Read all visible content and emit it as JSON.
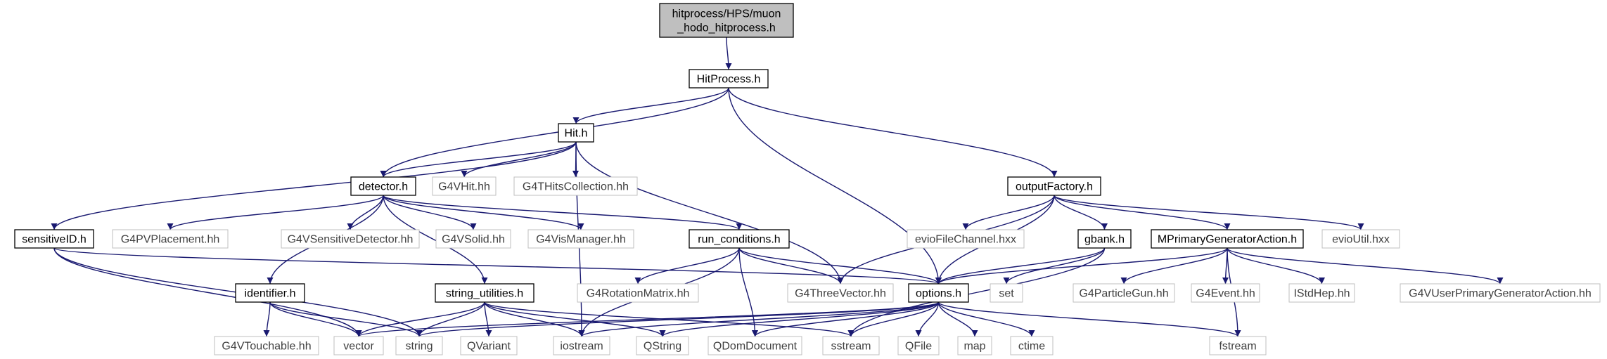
{
  "colors": {
    "edge": "#191970",
    "root_fill": "#bfbfbf",
    "node_border": "#000000",
    "ext_border": "#bfbfbf",
    "ext_text": "#404040",
    "text": "#000000"
  },
  "nodes": [
    {
      "id": "root",
      "lines": [
        "hitprocess/HPS/muon",
        "_hodo_hitprocess.h"
      ],
      "kind": "root"
    },
    {
      "id": "hitprocess",
      "lines": [
        "HitProcess.h"
      ],
      "kind": "doc"
    },
    {
      "id": "hit",
      "lines": [
        "Hit.h"
      ],
      "kind": "doc"
    },
    {
      "id": "detector",
      "lines": [
        "detector.h"
      ],
      "kind": "doc"
    },
    {
      "id": "g4vhit",
      "lines": [
        "G4VHit.hh"
      ],
      "kind": "ext"
    },
    {
      "id": "g4thits",
      "lines": [
        "G4THitsCollection.hh"
      ],
      "kind": "ext"
    },
    {
      "id": "outputfactory",
      "lines": [
        "outputFactory.h"
      ],
      "kind": "doc"
    },
    {
      "id": "sensitiveid",
      "lines": [
        "sensitiveID.h"
      ],
      "kind": "doc"
    },
    {
      "id": "g4pvplacement",
      "lines": [
        "G4PVPlacement.hh"
      ],
      "kind": "ext"
    },
    {
      "id": "g4vsensitive",
      "lines": [
        "G4VSensitiveDetector.hh"
      ],
      "kind": "ext"
    },
    {
      "id": "g4vsolid",
      "lines": [
        "G4VSolid.hh"
      ],
      "kind": "ext"
    },
    {
      "id": "g4vismanager",
      "lines": [
        "G4VisManager.hh"
      ],
      "kind": "ext"
    },
    {
      "id": "runconditions",
      "lines": [
        "run_conditions.h"
      ],
      "kind": "doc"
    },
    {
      "id": "eviofilechannel",
      "lines": [
        "evioFileChannel.hxx"
      ],
      "kind": "ext"
    },
    {
      "id": "gbank",
      "lines": [
        "gbank.h"
      ],
      "kind": "doc"
    },
    {
      "id": "mprimary",
      "lines": [
        "MPrimaryGeneratorAction.h"
      ],
      "kind": "doc"
    },
    {
      "id": "evioutil",
      "lines": [
        "evioUtil.hxx"
      ],
      "kind": "ext"
    },
    {
      "id": "identifier",
      "lines": [
        "identifier.h"
      ],
      "kind": "doc"
    },
    {
      "id": "stringutilities",
      "lines": [
        "string_utilities.h"
      ],
      "kind": "doc"
    },
    {
      "id": "g4rotation",
      "lines": [
        "G4RotationMatrix.hh"
      ],
      "kind": "ext"
    },
    {
      "id": "g4threevector",
      "lines": [
        "G4ThreeVector.hh"
      ],
      "kind": "ext"
    },
    {
      "id": "options",
      "lines": [
        "options.h"
      ],
      "kind": "doc"
    },
    {
      "id": "set",
      "lines": [
        "set"
      ],
      "kind": "ext"
    },
    {
      "id": "g4particlegun",
      "lines": [
        "G4ParticleGun.hh"
      ],
      "kind": "ext"
    },
    {
      "id": "g4event",
      "lines": [
        "G4Event.hh"
      ],
      "kind": "ext"
    },
    {
      "id": "istdhep",
      "lines": [
        "IStdHep.hh"
      ],
      "kind": "ext"
    },
    {
      "id": "g4vuserprimary",
      "lines": [
        "G4VUserPrimaryGeneratorAction.hh"
      ],
      "kind": "ext"
    },
    {
      "id": "g4vtouchable",
      "lines": [
        "G4VTouchable.hh"
      ],
      "kind": "ext"
    },
    {
      "id": "vector",
      "lines": [
        "vector"
      ],
      "kind": "ext"
    },
    {
      "id": "string",
      "lines": [
        "string"
      ],
      "kind": "ext"
    },
    {
      "id": "qvariant",
      "lines": [
        "QVariant"
      ],
      "kind": "ext"
    },
    {
      "id": "iostream",
      "lines": [
        "iostream"
      ],
      "kind": "ext"
    },
    {
      "id": "qstring",
      "lines": [
        "QString"
      ],
      "kind": "ext"
    },
    {
      "id": "qdomdocument",
      "lines": [
        "QDomDocument"
      ],
      "kind": "ext"
    },
    {
      "id": "sstream",
      "lines": [
        "sstream"
      ],
      "kind": "ext"
    },
    {
      "id": "qfile",
      "lines": [
        "QFile"
      ],
      "kind": "ext"
    },
    {
      "id": "map",
      "lines": [
        "map"
      ],
      "kind": "ext"
    },
    {
      "id": "ctime",
      "lines": [
        "ctime"
      ],
      "kind": "ext"
    },
    {
      "id": "fstream",
      "lines": [
        "fstream"
      ],
      "kind": "ext"
    }
  ],
  "edges": [
    [
      "root",
      "hitprocess"
    ],
    [
      "hitprocess",
      "hit"
    ],
    [
      "hitprocess",
      "detector"
    ],
    [
      "hitprocess",
      "outputfactory"
    ],
    [
      "hitprocess",
      "options"
    ],
    [
      "hit",
      "detector"
    ],
    [
      "hit",
      "g4vhit"
    ],
    [
      "hit",
      "g4thits"
    ],
    [
      "hit",
      "sensitiveid"
    ],
    [
      "hit",
      "g4threevector"
    ],
    [
      "hit",
      "iostream"
    ],
    [
      "detector",
      "identifier"
    ],
    [
      "detector",
      "g4pvplacement"
    ],
    [
      "detector",
      "g4vsensitive"
    ],
    [
      "detector",
      "g4vsolid"
    ],
    [
      "detector",
      "g4vismanager"
    ],
    [
      "detector",
      "runconditions"
    ],
    [
      "detector",
      "stringutilities"
    ],
    [
      "sensitiveid",
      "options"
    ],
    [
      "sensitiveid",
      "vector"
    ],
    [
      "sensitiveid",
      "string"
    ],
    [
      "runconditions",
      "g4rotation"
    ],
    [
      "runconditions",
      "g4threevector"
    ],
    [
      "runconditions",
      "options"
    ],
    [
      "runconditions",
      "iostream"
    ],
    [
      "runconditions",
      "qdomdocument"
    ],
    [
      "outputfactory",
      "eviofilechannel"
    ],
    [
      "outputfactory",
      "gbank"
    ],
    [
      "outputfactory",
      "mprimary"
    ],
    [
      "outputfactory",
      "evioutil"
    ],
    [
      "outputfactory",
      "g4threevector"
    ],
    [
      "outputfactory",
      "options"
    ],
    [
      "gbank",
      "options"
    ],
    [
      "gbank",
      "set"
    ],
    [
      "gbank",
      "sstream"
    ],
    [
      "mprimary",
      "options"
    ],
    [
      "mprimary",
      "g4particlegun"
    ],
    [
      "mprimary",
      "g4event"
    ],
    [
      "mprimary",
      "istdhep"
    ],
    [
      "mprimary",
      "g4vuserprimary"
    ],
    [
      "mprimary",
      "fstream"
    ],
    [
      "identifier",
      "g4vtouchable"
    ],
    [
      "identifier",
      "vector"
    ],
    [
      "identifier",
      "string"
    ],
    [
      "stringutilities",
      "vector"
    ],
    [
      "stringutilities",
      "string"
    ],
    [
      "stringutilities",
      "qvariant"
    ],
    [
      "stringutilities",
      "iostream"
    ],
    [
      "stringutilities",
      "qstring"
    ],
    [
      "stringutilities",
      "sstream"
    ],
    [
      "options",
      "vector"
    ],
    [
      "options",
      "string"
    ],
    [
      "options",
      "iostream"
    ],
    [
      "options",
      "qstring"
    ],
    [
      "options",
      "qdomdocument"
    ],
    [
      "options",
      "sstream"
    ],
    [
      "options",
      "qfile"
    ],
    [
      "options",
      "map"
    ],
    [
      "options",
      "ctime"
    ],
    [
      "options",
      "fstream"
    ]
  ]
}
